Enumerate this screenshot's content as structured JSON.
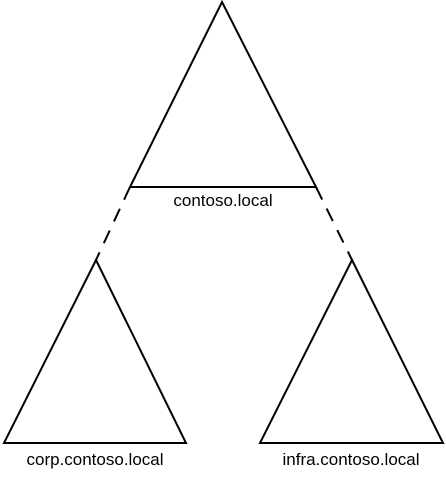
{
  "diagram": {
    "root_domain": "contoso.local",
    "left_child_domain": "corp.contoso.local",
    "right_child_domain": "infra.contoso.local",
    "line_color": "#000000",
    "background_color": "#ffffff"
  }
}
